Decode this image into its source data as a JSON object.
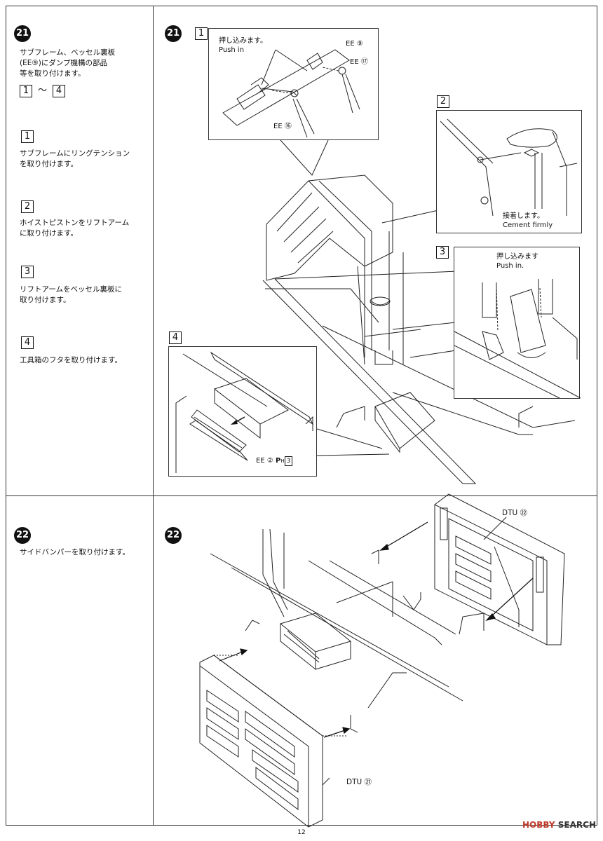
{
  "step21": {
    "number": "21",
    "intro": "サブフレーム、ベッセル裏板\n(EE⑨)にダンプ機構の部品\n等を取り付けます。",
    "range": {
      "from": "1",
      "sep": "〜",
      "to": "4"
    },
    "substeps": [
      {
        "num": "1",
        "text": "サブフレームにリングテンション\nを取り付けます。"
      },
      {
        "num": "2",
        "text": "ホイストピストンをリフトアーム\nに取り付けます。"
      },
      {
        "num": "3",
        "text": "リフトアームをベッセル裏板に\n取り付けます。"
      },
      {
        "num": "4",
        "text": "工具箱のフタを取り付けます。"
      }
    ],
    "callout1": {
      "num": "1",
      "push_jp": "押し込みます。",
      "push_en": "Push in",
      "part_a": "EE ⑨",
      "part_b": "EE ⑰",
      "part_c": "EE ⑯"
    },
    "callout2": {
      "num": "2",
      "cement_jp": "接着します。",
      "cement_en": "Cement firmly"
    },
    "callout3": {
      "num": "3",
      "push_jp": "押し込みます",
      "push_en": "Push in."
    },
    "callout4": {
      "num": "4",
      "part": "EE ② ",
      "paint": "P",
      "paint_sub": "H",
      "paint_code": "3"
    }
  },
  "step22": {
    "number": "22",
    "text": "サイドバンパーを取り付けます。",
    "part_top": "DTU ㉒",
    "part_bottom": "DTU ㉑"
  },
  "footer": {
    "page": "12"
  },
  "watermark": {
    "brand_a": "HOBBY",
    "brand_b": "SEARCH"
  }
}
